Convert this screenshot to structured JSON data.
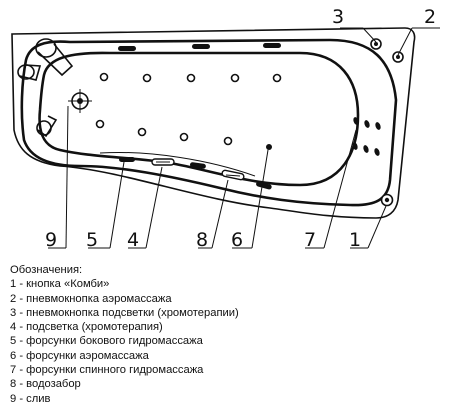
{
  "callouts": [
    "3",
    "2",
    "9",
    "5",
    "4",
    "8",
    "6",
    "7",
    "1"
  ],
  "legend": {
    "title": "Обозначения:",
    "items": [
      "1 - кнопка «Комби»",
      "2 - пневмокнопка аэромассажа",
      "3 - пневмокнопка подсветки (хромотерапии)",
      "4 - подсветка (хромотерапия)",
      "5 - форсунки бокового гидромассажа",
      "6 - форсунки аэромассажа",
      "7 - форсунки спинного гидромассажа",
      "8 - водозабор",
      "9 - слив"
    ]
  }
}
